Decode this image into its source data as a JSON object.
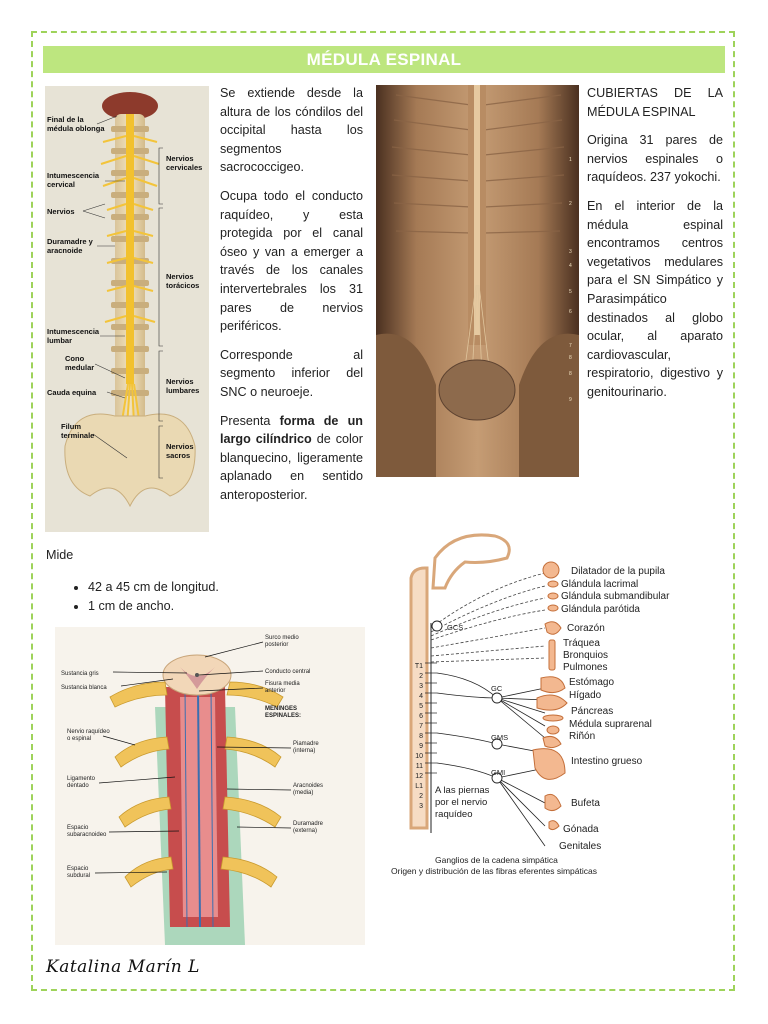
{
  "title": "MÉDULA ESPINAL",
  "col1": {
    "p1": "Se extiende desde la altura de los cóndilos del occipital hasta los segmentos sacrococcigeo.",
    "p2": "Ocupa todo el conducto raquídeo, y esta protegida por el canal óseo y van a emerger a través de los canales intervertebrales los 31 pares de nervios periféricos.",
    "p3": "Corresponde al segmento inferior del SNC o neuroeje.",
    "p4_pre": "Presenta ",
    "p4_bold": "forma de un largo cilíndrico",
    "p4_post": " de color blanquecino, ligeramente aplanado en sentido anteroposterior."
  },
  "col2": {
    "p1": "CUBIERTAS DE LA MÉDULA ESPINAL",
    "p2": "Origina 31 pares de nervios espinales o raquídeos. 237 yokochi.",
    "p3": "En el interior de la médula espinal encontramos centros vegetativos medulares para el SN Simpático y Parasimpático destinados al globo ocular, al aparato cardiovascular, respiratorio, digestivo y genitourinario."
  },
  "mide": {
    "heading": "Mide",
    "items": [
      "42 a 45 cm de longitud.",
      "1 cm de ancho."
    ]
  },
  "fig1_labels": {
    "final": "Final de la médula oblonga",
    "intum_cerv": "Intumescencia cervical",
    "nervios": "Nervios",
    "duramadre": "Duramadre y aracnoide",
    "intum_lumb": "Intumescencia lumbar",
    "cono": "Cono medular",
    "cauda": "Cauda equina",
    "filum": "Filum terminale",
    "n_cerv": "Nervios cervicales",
    "n_tor": "Nervios torácicos",
    "n_lumb": "Nervios lumbares",
    "n_sacr": "Nervios sacros"
  },
  "fig2_numbers": [
    "1",
    "2",
    "3",
    "4",
    "5",
    "6",
    "7",
    "8",
    "8",
    "9"
  ],
  "fig3_labels": {
    "surco": "Surco medio posterior",
    "conducto": "Conducto central",
    "fisura": "Fisura media anterior",
    "meninges": "MENINGES ESPINALES:",
    "piamadre": "Piamadre (interna)",
    "aracnoides": "Aracnoides (media)",
    "duramadre": "Duramadre (externa)",
    "gris": "Sustancia gris",
    "blanca": "Sustancia blanca",
    "nervio": "Nervio raquídeo o espinal",
    "ligamento": "Ligamento dentado",
    "subaracnoideo": "Espacio subaracnoideo",
    "subdural": "Espacio subdural"
  },
  "fig4_labels": {
    "targets": [
      "Dilatador de la pupila",
      "Glándula lacrimal",
      "Glándula submandibular",
      "Glándula parótida",
      "Corazón",
      "Tráquea",
      "Bronquios",
      "Pulmones",
      "Estómago",
      "Hígado",
      "Páncreas",
      "Médula suprarenal",
      "Riñón",
      "Intestino grueso",
      "Bufeta",
      "Gónada",
      "Genitales"
    ],
    "ganglia": [
      "GCS",
      "GC",
      "GMS",
      "GMI"
    ],
    "segments": [
      "T1",
      "2",
      "3",
      "4",
      "5",
      "6",
      "7",
      "8",
      "9",
      "10",
      "11",
      "12",
      "L1",
      "2",
      "3"
    ],
    "legs_note": "A las piernas por el nervio raquídeo",
    "caption1": "Ganglios de la cadena simpática",
    "caption2": "Origen y distribución de las fibras eferentes simpáticas"
  },
  "signature": "Katalina Marín L"
}
